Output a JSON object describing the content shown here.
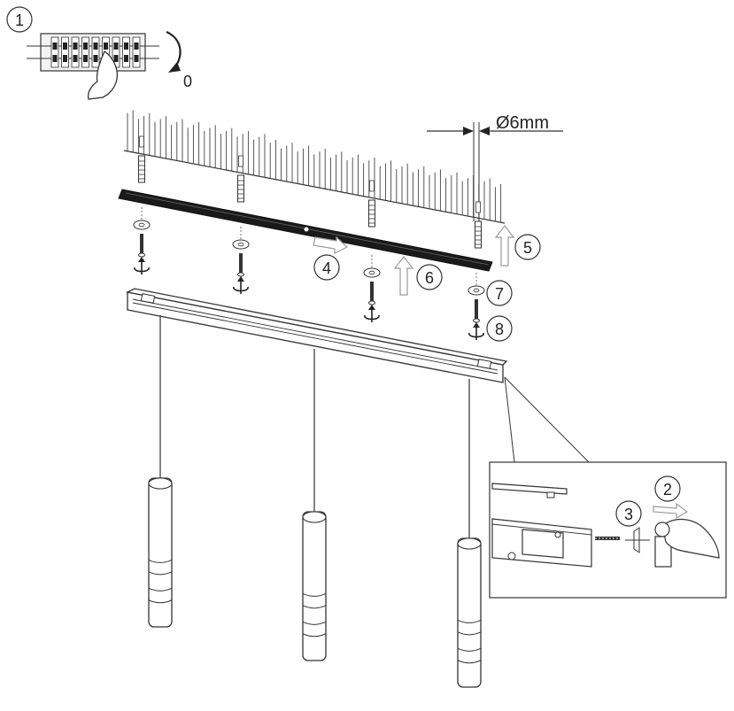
{
  "steps": {
    "s1": "1",
    "s2": "2",
    "s3": "3",
    "s4": "4",
    "s5": "5",
    "s6": "6",
    "s7": "7",
    "s8": "8"
  },
  "breaker_off_label": "0",
  "drill_diameter_label": "Ø6mm",
  "colors": {
    "line": "#2a2a2a",
    "arrow_outline": "#9a9a9a",
    "background": "#ffffff"
  }
}
